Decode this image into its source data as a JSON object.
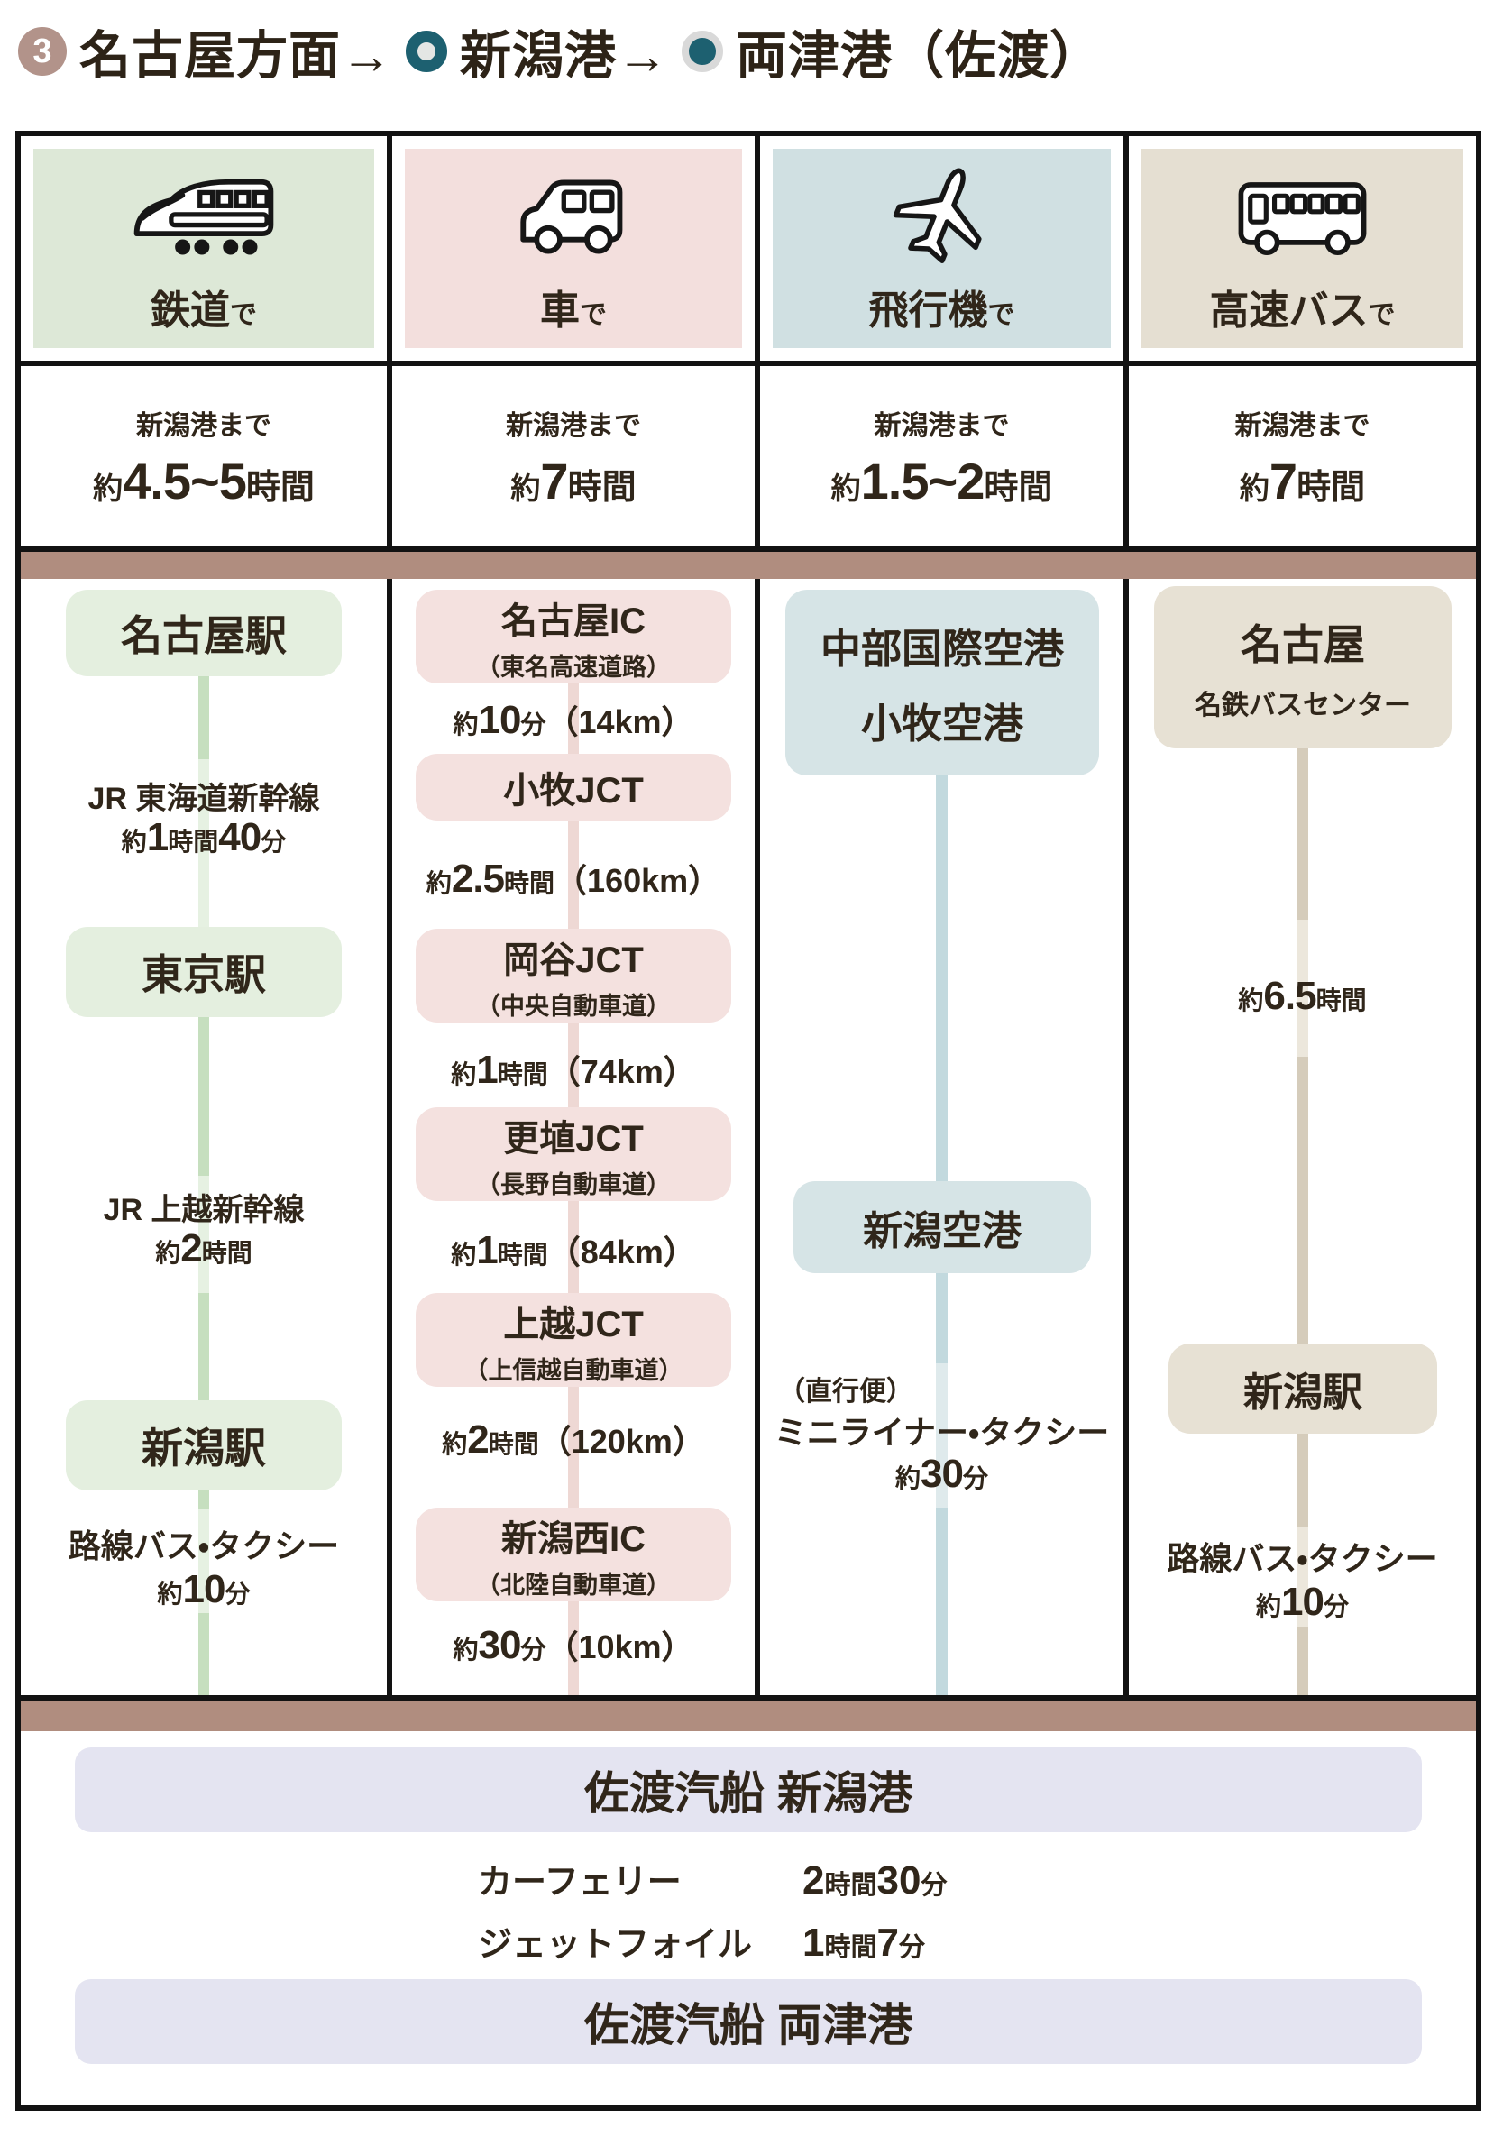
{
  "title": {
    "badge": "3",
    "segment1": "名古屋方面→",
    "segment2": "新潟港→",
    "segment3": "両津港（佐渡）"
  },
  "colors": {
    "ink": "#30261a",
    "band_brown": "#b08d7f",
    "badge_brown": "#b2938a",
    "port_teal": "#1d6070",
    "ferry_lavender": "#e4e4f1",
    "train_theme": "#dde8d7",
    "car_theme": "#f3dfdd",
    "plane_theme": "#d0e0e2",
    "bus_theme": "#e5dfd2"
  },
  "columns": [
    {
      "key": "train",
      "label": "鉄道",
      "particle": "で",
      "icon": "shinkansen-icon",
      "dest": "新潟港まで",
      "total": [
        [
          "約",
          "sm"
        ],
        [
          "4.5~5",
          "lg"
        ],
        [
          "時間",
          "md"
        ]
      ],
      "stops": [
        {
          "title": "名古屋駅"
        },
        {
          "title": "東京駅"
        },
        {
          "title": "新潟駅"
        }
      ],
      "legs": [
        {
          "name": "JR 東海道新幹線",
          "time": [
            [
              "約",
              "sm"
            ],
            [
              "1",
              "lg"
            ],
            [
              "時間",
              "sm"
            ],
            [
              "40",
              "lg"
            ],
            [
              "分",
              "sm"
            ]
          ]
        },
        {
          "name": "JR 上越新幹線",
          "time": [
            [
              "約",
              "sm"
            ],
            [
              "2",
              "lg"
            ],
            [
              "時間",
              "sm"
            ]
          ]
        },
        {
          "name": "路線バス・タクシー",
          "time": [
            [
              "約",
              "sm"
            ],
            [
              "10",
              "lg"
            ],
            [
              "分",
              "sm"
            ]
          ]
        }
      ]
    },
    {
      "key": "car",
      "label": "車",
      "particle": "で",
      "icon": "car-icon",
      "dest": "新潟港まで",
      "total": [
        [
          "約",
          "sm"
        ],
        [
          "7",
          "lg"
        ],
        [
          "時間",
          "md"
        ]
      ],
      "stops": [
        {
          "title": "名古屋IC",
          "sub": "（東名高速道路）"
        },
        {
          "title": "小牧JCT"
        },
        {
          "title": "岡谷JCT",
          "sub": "（中央自動車道）"
        },
        {
          "title": "更埴JCT",
          "sub": "（長野自動車道）"
        },
        {
          "title": "上越JCT",
          "sub": "（上信越自動車道）"
        },
        {
          "title": "新潟西IC",
          "sub": "（北陸自動車道）"
        }
      ],
      "legs": [
        {
          "time": [
            [
              "約",
              "sm"
            ],
            [
              "10",
              "lg"
            ],
            [
              "分",
              "sm"
            ],
            [
              "（14km）",
              "md"
            ]
          ]
        },
        {
          "time": [
            [
              "約",
              "sm"
            ],
            [
              "2.5",
              "lg"
            ],
            [
              "時間",
              "sm"
            ],
            [
              "（160km）",
              "md"
            ]
          ]
        },
        {
          "time": [
            [
              "約",
              "sm"
            ],
            [
              "1",
              "lg"
            ],
            [
              "時間",
              "sm"
            ],
            [
              "（74km）",
              "md"
            ]
          ]
        },
        {
          "time": [
            [
              "約",
              "sm"
            ],
            [
              "1",
              "lg"
            ],
            [
              "時間",
              "sm"
            ],
            [
              "（84km）",
              "md"
            ]
          ]
        },
        {
          "time": [
            [
              "約",
              "sm"
            ],
            [
              "2",
              "lg"
            ],
            [
              "時間",
              "sm"
            ],
            [
              "（120km）",
              "md"
            ]
          ]
        },
        {
          "time": [
            [
              "約",
              "sm"
            ],
            [
              "30",
              "lg"
            ],
            [
              "分",
              "sm"
            ],
            [
              "（10km）",
              "md"
            ]
          ]
        }
      ]
    },
    {
      "key": "plane",
      "label": "飛行機",
      "particle": "で",
      "icon": "airplane-icon",
      "dest": "新潟港まで",
      "total": [
        [
          "約",
          "sm"
        ],
        [
          "1.5~2",
          "lg"
        ],
        [
          "時間",
          "md"
        ]
      ],
      "stops": [
        {
          "lines": [
            "中部国際空港",
            "小牧空港"
          ]
        },
        {
          "title": "新潟空港"
        }
      ],
      "legs": [
        {
          "note": "（直行便）",
          "name": "ミニライナー・タクシー",
          "time": [
            [
              "約",
              "sm"
            ],
            [
              "30",
              "lg"
            ],
            [
              "分",
              "sm"
            ]
          ]
        }
      ]
    },
    {
      "key": "bus",
      "label": "高速バス",
      "particle": "で",
      "icon": "bus-icon",
      "dest": "新潟港まで",
      "total": [
        [
          "約",
          "sm"
        ],
        [
          "7",
          "lg"
        ],
        [
          "時間",
          "md"
        ]
      ],
      "stops": [
        {
          "title": "名古屋",
          "sub": "名鉄バスセンター"
        },
        {
          "title": "新潟駅"
        }
      ],
      "legs": [
        {
          "time": [
            [
              "約",
              "sm"
            ],
            [
              "6.5",
              "lg"
            ],
            [
              "時間",
              "sm"
            ]
          ]
        },
        {
          "name": "路線バス・タクシー",
          "time": [
            [
              "約",
              "sm"
            ],
            [
              "10",
              "lg"
            ],
            [
              "分",
              "sm"
            ]
          ]
        }
      ]
    }
  ],
  "ferry": {
    "board_port": "佐渡汽船 新潟港",
    "services": [
      {
        "name": "カーフェリー",
        "time": [
          [
            "2",
            "lg"
          ],
          [
            "時間",
            "sm"
          ],
          [
            "30",
            "lg"
          ],
          [
            "分",
            "sm"
          ]
        ]
      },
      {
        "name": "ジェットフォイル",
        "time": [
          [
            "1",
            "lg"
          ],
          [
            "時間",
            "sm"
          ],
          [
            "7",
            "lg"
          ],
          [
            "分",
            "sm"
          ]
        ]
      }
    ],
    "arrive_port": "佐渡汽船 両津港"
  }
}
